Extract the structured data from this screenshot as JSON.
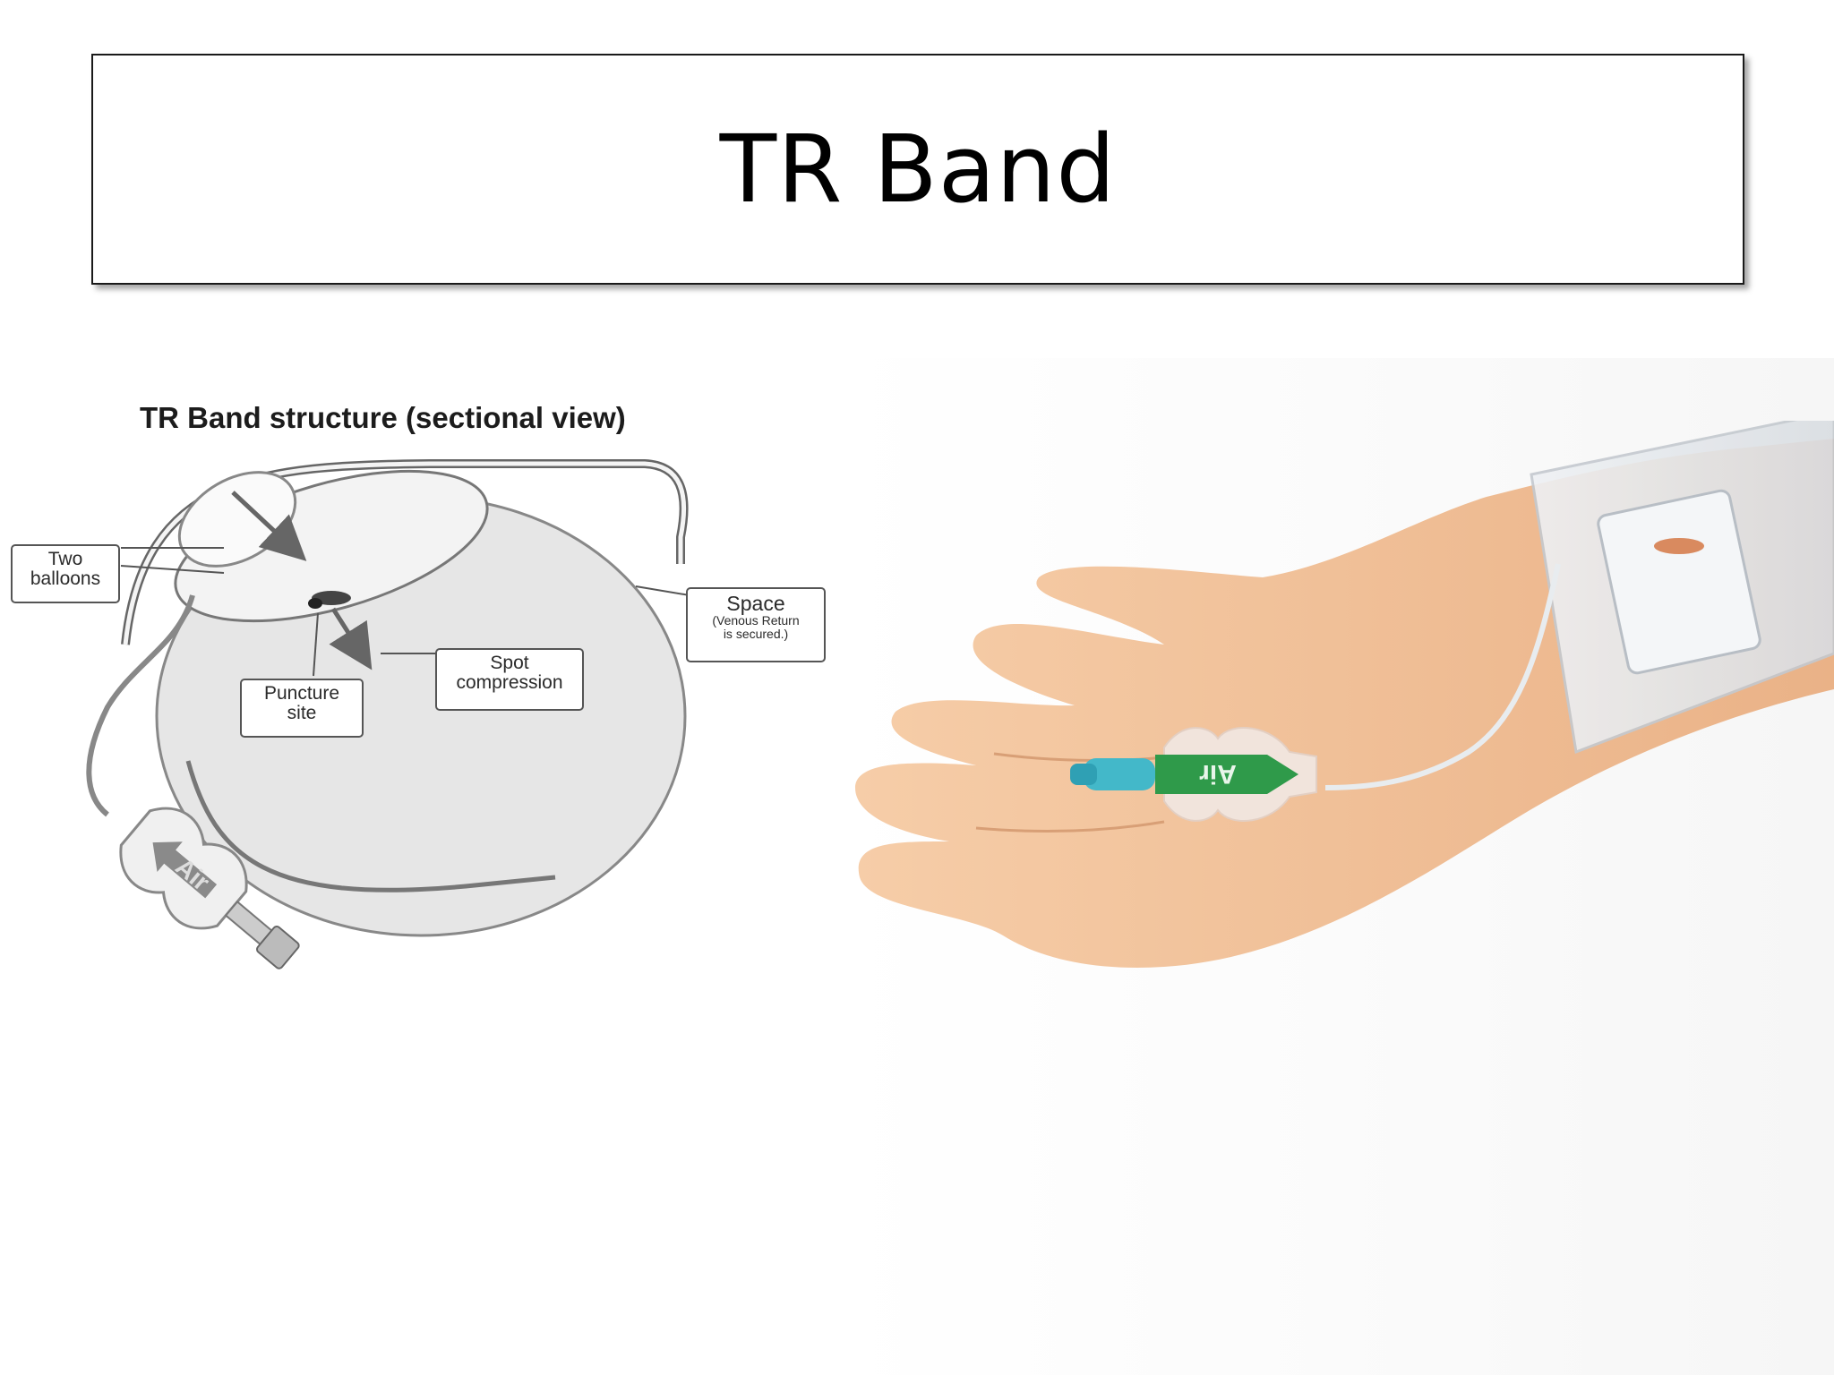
{
  "slide": {
    "title": "TR Band"
  },
  "diagram": {
    "title": "TR Band structure (sectional view)",
    "labels": {
      "two_balloons": "Two\nballoons",
      "puncture_site": "Puncture\nsite",
      "spot_compression": "Spot\ncompression",
      "space": "Space",
      "space_note": "(Venous Return\nis secured.)",
      "air": "Air"
    }
  },
  "photo": {
    "air_label": "Air"
  },
  "colors": {
    "line": "#555555",
    "fill": "#e8e8e8",
    "skin": "#f2c29e",
    "connector": "#43b8c9",
    "air_arrow": "#2f9a4a"
  }
}
